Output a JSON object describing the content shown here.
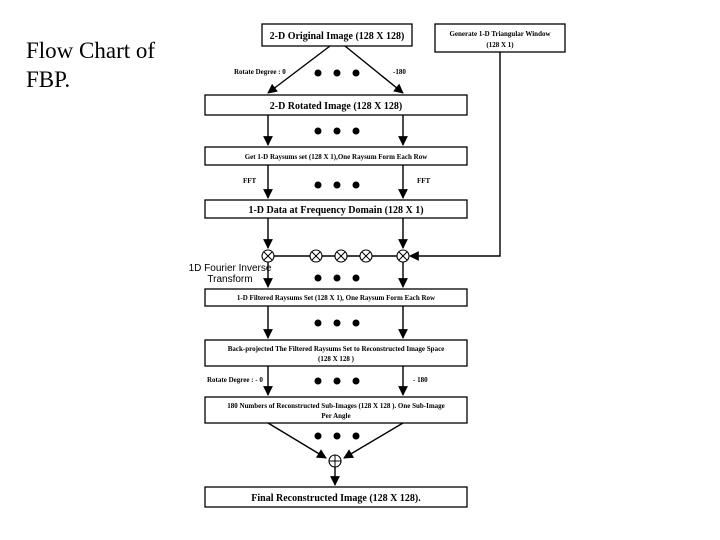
{
  "slide": {
    "title_line1": "Flow Chart of",
    "title_line2": "FBP."
  },
  "flow": {
    "original_image": "2-D Original Image (128 X 128)",
    "window_line1": "Generate 1-D Triangular Window",
    "window_line2": "(128 X 1)",
    "rotate_label_1": "Rotate Degree :   0",
    "rotate_end_1": "-180",
    "rotated_image": "2-D Rotated Image (128 X 128)",
    "raysums": "Get 1-D Raysums set (128 X 1),One Raysum Form Each Row",
    "fft_left": "FFT",
    "fft_right": "FFT",
    "frequency_domain": "1-D Data at Frequency Domain (128 X 1)",
    "ifft_line1": "1D Fourier Inverse",
    "ifft_line2": "Transform",
    "filtered_raysums": "1-D Filtered Raysums Set (128 X 1), One Raysum Form Each Row",
    "backproject_line1": "Back-projected The Filtered Raysums Set to Reconstructed Image Space",
    "backproject_line2": "(128 X 128 )",
    "rotate_label_2": "Rotate Degree :  - 0",
    "rotate_end_2": "- 180",
    "subimages_line1": "180 Numbers of Reconstructed Sub-Images (128 X 128 ).  One Sub-Image",
    "subimages_line2": "Per Angle",
    "final_image": "Final Reconstructed Image (128 X 128)."
  }
}
